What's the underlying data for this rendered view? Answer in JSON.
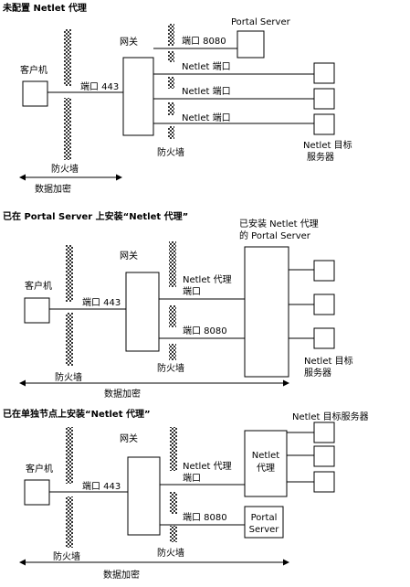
{
  "colors": {
    "line": "#000000",
    "firewall": "#444444",
    "background": "#ffffff"
  },
  "diagrams": [
    {
      "title": "未配置 Netlet 代理",
      "client": "客户机",
      "gateway": "网关",
      "port443": "端口 443",
      "port8080": "端口 8080",
      "portal_server": "Portal Server",
      "netlet_port_1": "Netlet 端口",
      "netlet_port_2": "Netlet 端口",
      "netlet_port_3": "Netlet 端口",
      "firewall_inner": "防火墙",
      "firewall_outer": "防火墙",
      "target_line1": "Netlet 目标",
      "target_line2": "服务器",
      "encryption": "数据加密"
    },
    {
      "title": "已在 Portal Server 上安装“Netlet 代理”",
      "client": "客户机",
      "gateway": "网关",
      "port443": "端口 443",
      "installed_line1": "已安装 Netlet 代理",
      "installed_line2": "的 Portal Server",
      "netlet_proxy_port_line1": "Netlet 代理",
      "netlet_proxy_port_line2": "端口",
      "port8080": "端口 8080",
      "firewall_inner": "防火墙",
      "firewall_outer": "防火墙",
      "target_line1": "Netlet 目标",
      "target_line2": "服务器",
      "encryption": "数据加密"
    },
    {
      "title": "已在单独节点上安装“Netlet 代理”",
      "client": "客户机",
      "gateway": "网关",
      "port443": "端口 443",
      "netlet_proxy_port_line1": "Netlet 代理",
      "netlet_proxy_port_line2": "端口",
      "port8080": "端口 8080",
      "proxy_box_line1": "Netlet",
      "proxy_box_line2": "代理",
      "portal_box_line1": "Portal",
      "portal_box_line2": "Server",
      "targets_label": "Netlet 目标服务器",
      "firewall_inner": "防火墙",
      "firewall_outer": "防火墙",
      "encryption": "数据加密"
    }
  ]
}
